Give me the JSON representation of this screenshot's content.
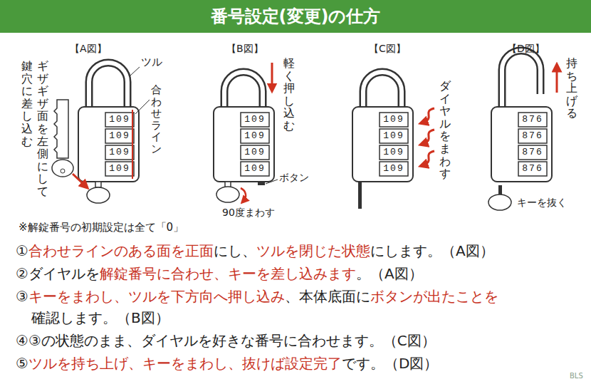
{
  "diagram": {
    "title": "番号設定(変更)の仕方",
    "labels": [
      "【A図】",
      "ツル",
      "合わせライン",
      "ギザギザ面を左側にして",
      "鍵穴に差し込む",
      "【B図】",
      "軽く押し込む",
      "ボタン",
      "90度まわす",
      "【C図】",
      "ダイヤルをまわす",
      "【D図】",
      "持ち上げる",
      "キーを抜く",
      "109",
      "109",
      "109",
      "109",
      "109",
      "109",
      "109",
      "109",
      "109",
      "109",
      "109",
      "109",
      "876",
      "876",
      "876",
      "876",
      "※解錠番号の初期設定は全て「0」",
      "①",
      "合わせラインのある面を正面",
      "にし、",
      "ツルを閉じた状態",
      "にします。（A図）",
      "②ダイヤルを",
      "解錠番号に合わせ、キーを差し込みます",
      "。（A図）",
      "③",
      "キーをまわし、ツルを下方向へ押し込み",
      "、本体底面に",
      "ボタンが出たことを",
      "確認します。（B図）",
      "④③の状態のまま、ダイヤルを好きな番号に合わせます。（C図）",
      "⑤",
      "ツルを持ち上げ、キーをまわし、抜けば設定完了",
      "です。（D図）",
      "BLS"
    ]
  }
}
